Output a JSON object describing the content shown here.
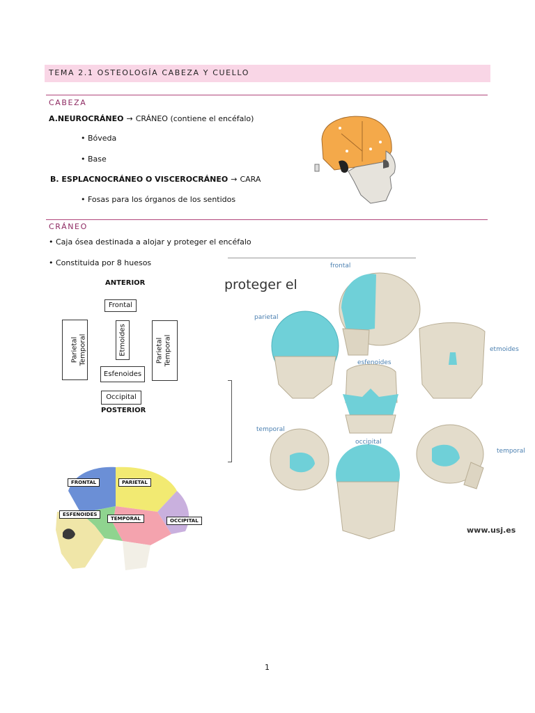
{
  "header": {
    "title": "TEMA 2.1 OSTEOLOGÍA CABEZA Y CUELLO"
  },
  "cabeza": {
    "heading": "CABEZA",
    "line_a_bold": "A.NEUROCRÁNEO",
    "line_a_arrow": "→",
    "line_a_rest": "CRÁNEO (contiene el encéfalo)",
    "bullet_1": "• Bóveda",
    "bullet_2": "• Base",
    "line_b_bold": "B. ESPLACNOCRÁNEO O VISCEROCRÁNEO",
    "line_b_arrow": "→",
    "line_b_rest": "CARA",
    "bullet_3": "• Fosas para los órganos de los sentidos"
  },
  "craneo": {
    "heading": "CRÁNEO",
    "bullet_1": "• Caja ósea destinada a alojar y proteger el encéfalo",
    "bullet_2": "• Constituida por 8 huesos"
  },
  "bone_diagram": {
    "top_label": "ANTERIOR",
    "bottom_label": "POSTERIOR",
    "frontal": "Frontal",
    "etmoides": "Etmoides",
    "esfenoides": "Esfenoides",
    "occipital": "Occipital",
    "left_col": [
      "Parietal",
      "Temporal"
    ],
    "right_col": [
      "Parietal",
      "Temporal"
    ]
  },
  "skull_colored": {
    "labels": {
      "frontal": "FRONTAL",
      "parietal": "PARIETAL",
      "esfenoides": "ESFENOIDES",
      "temporal": "TEMPORAL",
      "occipital": "OCCIPITAL"
    }
  },
  "skull_collage": {
    "cropped_text": "proteger el",
    "labels": {
      "frontal": "frontal",
      "parietal": "parietal",
      "etmoides": "etmoides",
      "esfenoides": "esfenoides",
      "temporal_left": "temporal",
      "occipital": "occipital",
      "temporal_right": "temporal"
    },
    "watermark": "www.usj.es",
    "highlight_color": "#6fd0d8",
    "bone_color": "#e3dccb"
  },
  "footer": {
    "page_number": "1"
  }
}
